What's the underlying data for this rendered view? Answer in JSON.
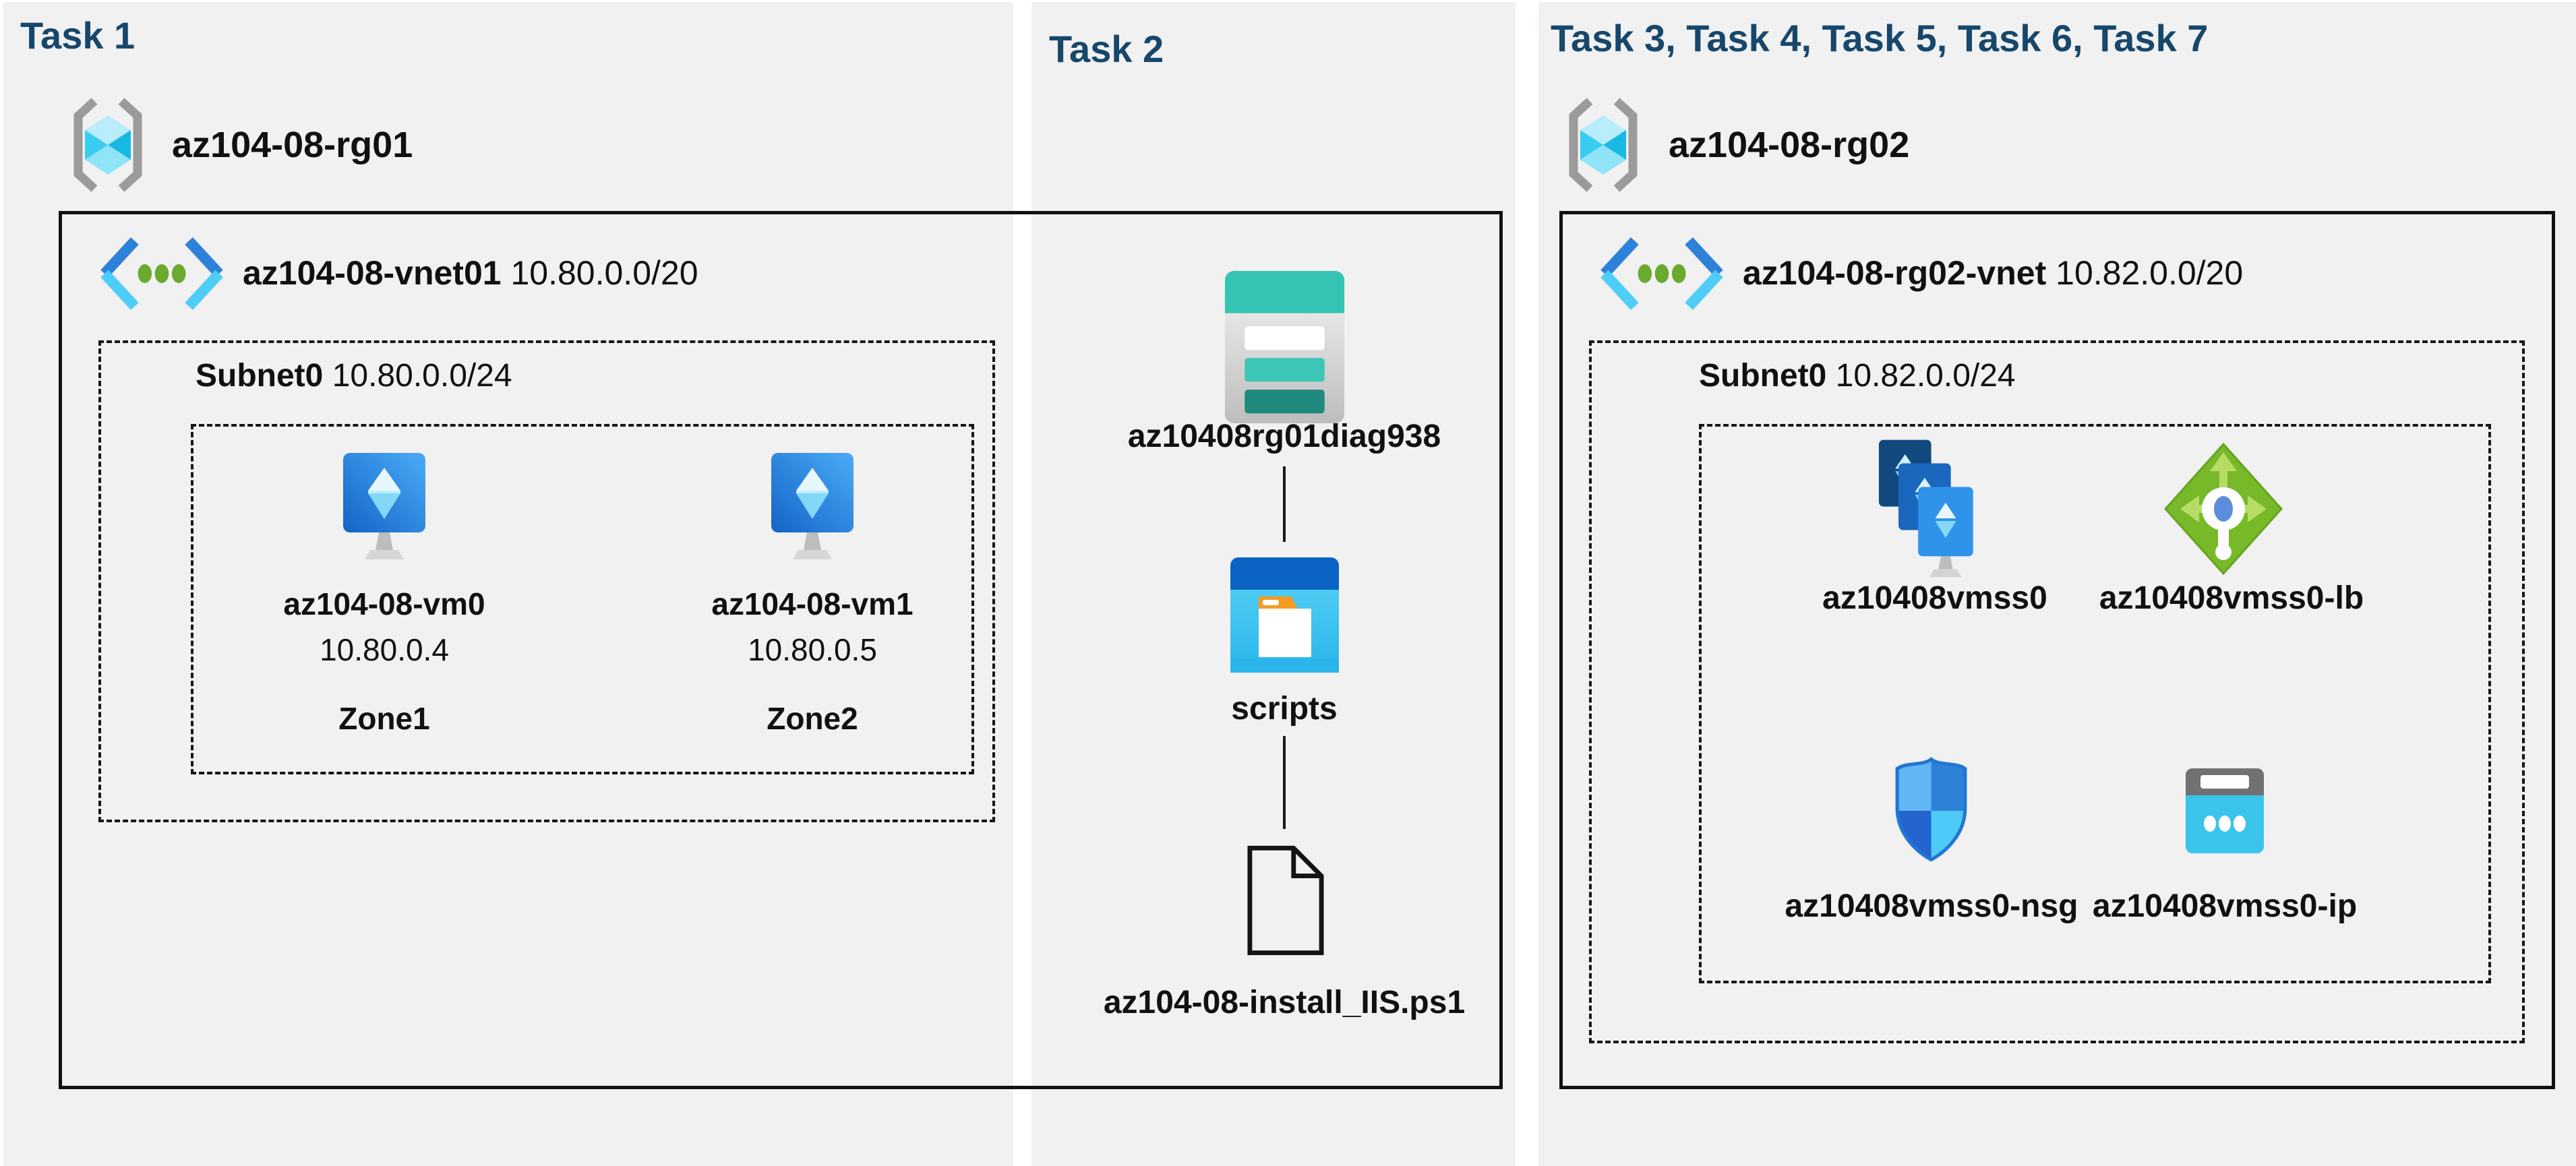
{
  "page": {
    "background": "#ffffff",
    "panel_bg": "#f1f1f2",
    "title_color": "#17476b",
    "text_color": "#111111",
    "box_border_color": "#111111"
  },
  "panels": [
    {
      "title": "Task 1",
      "resource_group": {
        "name": "az104-08-rg01"
      },
      "vnet": {
        "name": "az104-08-vnet01",
        "cidr": "10.80.0.0/20"
      },
      "subnet": {
        "name": "Subnet0",
        "cidr": "10.80.0.0/24"
      },
      "vms": [
        {
          "name": "az104-08-vm0",
          "ip": "10.80.0.4",
          "zone": "Zone1"
        },
        {
          "name": "az104-08-vm1",
          "ip": "10.80.0.5",
          "zone": "Zone2"
        }
      ]
    },
    {
      "title": "Task 2",
      "storage_account": {
        "name": "az10408rg01diag938"
      },
      "folder": {
        "name": "scripts"
      },
      "file": {
        "name": "az104-08-install_IIS.ps1"
      }
    },
    {
      "title": "Task 3, Task 4, Task 5, Task 6, Task 7",
      "resource_group": {
        "name": "az104-08-rg02"
      },
      "vnet": {
        "name": "az104-08-rg02-vnet",
        "cidr": "10.82.0.0/20"
      },
      "subnet": {
        "name": "Subnet0",
        "cidr": "10.82.0.0/24"
      },
      "resources": [
        {
          "name": "az10408vmss0",
          "type": "vm-scale-set"
        },
        {
          "name": "az10408vmss0-lb",
          "type": "load-balancer"
        },
        {
          "name": "az10408vmss0-nsg",
          "type": "network-security-group"
        },
        {
          "name": "az10408vmss0-ip",
          "type": "public-ip"
        }
      ]
    }
  ]
}
